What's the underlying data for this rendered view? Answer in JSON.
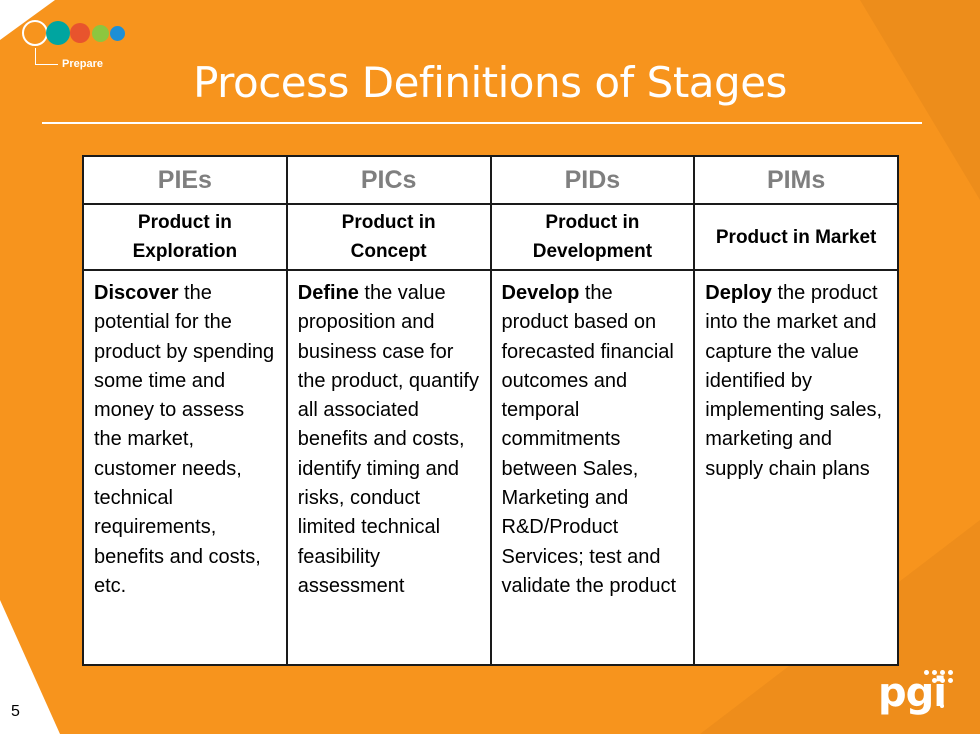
{
  "slide": {
    "title": "Process Definitions of Stages",
    "section_label": "Prepare",
    "page_number": "5",
    "logo_text": "pgi"
  },
  "colors": {
    "background": "#f7941d",
    "dot_1": "#f7941d",
    "dot_2": "#00a5a0",
    "dot_3": "#e8542d",
    "dot_4": "#8dc63f",
    "dot_5": "#1e8fd5"
  },
  "table": {
    "columns": [
      {
        "abbr": "PIEs",
        "full_name": "Product in Exploration",
        "verb": "Discover",
        "description": " the potential for the product by spending some time and money to assess the market, customer needs, technical requirements, benefits and costs, etc."
      },
      {
        "abbr": "PICs",
        "full_name": "Product in Concept",
        "verb": "Define",
        "description": " the value proposition and business case for the product, quantify all associated benefits and costs, identify timing and risks, conduct limited technical feasibility assessment"
      },
      {
        "abbr": "PIDs",
        "full_name": "Product in Development",
        "verb": "Develop",
        "description": " the product based on forecasted financial outcomes and temporal commitments between Sales, Marketing and R&D/Product Services; test and validate the product"
      },
      {
        "abbr": "PIMs",
        "full_name": "Product in Market",
        "verb": "Deploy",
        "description": " the product into the market and capture the value identified by implementing sales, marketing and supply chain plans"
      }
    ]
  }
}
